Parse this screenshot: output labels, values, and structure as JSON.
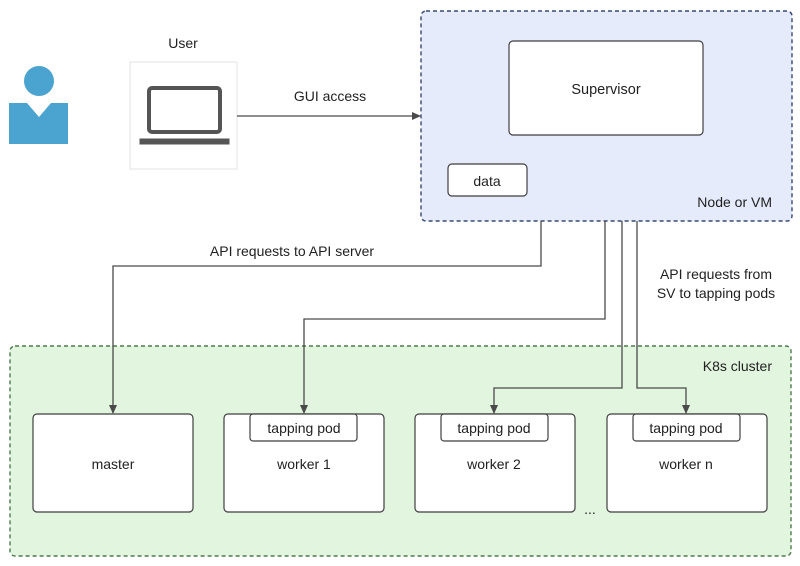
{
  "user": {
    "label": "User"
  },
  "connections": {
    "gui_access": "GUI access",
    "api_to_server": "API requests to API server",
    "api_to_pods_line1": "API requests from",
    "api_to_pods_line2": "SV to tapping pods"
  },
  "node": {
    "label": "Node or VM",
    "supervisor": "Supervisor",
    "data": "data"
  },
  "cluster": {
    "label": "K8s cluster",
    "ellipsis": "...",
    "master": "master",
    "workers": [
      {
        "name": "worker 1",
        "pod": "tapping pod"
      },
      {
        "name": "worker 2",
        "pod": "tapping pod"
      },
      {
        "name": "worker n",
        "pod": "tapping pod"
      }
    ]
  },
  "colors": {
    "node_fill": "#e6ebfb",
    "node_border": "#3a4a78",
    "cluster_fill": "#e2f6df",
    "cluster_border": "#4f7a4f",
    "user_icon": "#4ba3cf",
    "laptop_icon": "#555555"
  },
  "icons": {
    "user": "person-icon",
    "device": "laptop-icon"
  }
}
